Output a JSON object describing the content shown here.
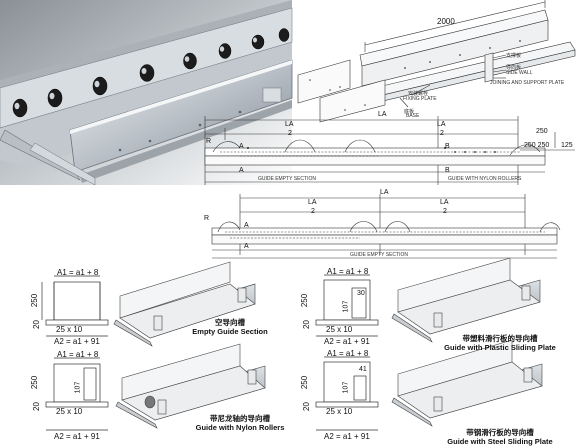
{
  "exploded_view": {
    "length_label": "2000",
    "callouts": [
      "安装螺栓",
      "FIXING PLATE",
      "导向板",
      "SIDE WALL",
      "支撑板",
      "JOINING AND SUPPORT PLATE",
      "底板",
      "BASE"
    ]
  },
  "layout_top": {
    "la": "LA",
    "la_half_left": "LA",
    "la_half_left_frac": "2",
    "la_half_right": "LA",
    "la_half_right_frac": "2",
    "r": "R",
    "a": "A",
    "b": "B",
    "height": "250",
    "offsets": "250 250",
    "end": "125",
    "section_left": "GUIDE EMPTY SECTION",
    "section_right": "GUIDE WITH NYLON ROLLERS"
  },
  "layout_bottom": {
    "la": "LA",
    "la_half_left": "LA",
    "la_half_left_frac": "2",
    "la_half_right": "LA",
    "la_half_right_frac": "2",
    "r": "R",
    "a": "A",
    "section": "GUIDE EMPTY SECTION"
  },
  "sections": [
    {
      "a1": "A1 = a1 + 8",
      "a2": "A2 = a1 + 91",
      "h": "250",
      "h2": "20",
      "b": "25 x 10",
      "caption_cn": "空导向槽",
      "caption_en": "Empty Guide Section"
    },
    {
      "a1": "A1 = a1 + 8",
      "a2": "A2 = a1 + 91",
      "h": "250",
      "h2": "20",
      "b": "25 x 10",
      "extra1": "30",
      "extra2": "107",
      "caption_cn": "带塑料滑行板的导向槽",
      "caption_en": "Guide with Plastic Sliding Plate"
    },
    {
      "a1": "A1 = a1 + 8",
      "a2": "A2 = a1 + 91",
      "h": "250",
      "h2": "20",
      "b": "25 x 10",
      "extra1": "107",
      "caption_cn": "带尼龙轴的导向槽",
      "caption_en": "Guide with Nylon Rollers"
    },
    {
      "a1": "A1 = a1 + 8",
      "a2": "A2 = a1 + 91",
      "h": "250",
      "h2": "20",
      "b": "25 x 10",
      "extra1": "41",
      "extra2": "107",
      "caption_cn": "带钢滑行板的导向槽",
      "caption_en": "Guide with Steel Sliding Plate"
    }
  ]
}
